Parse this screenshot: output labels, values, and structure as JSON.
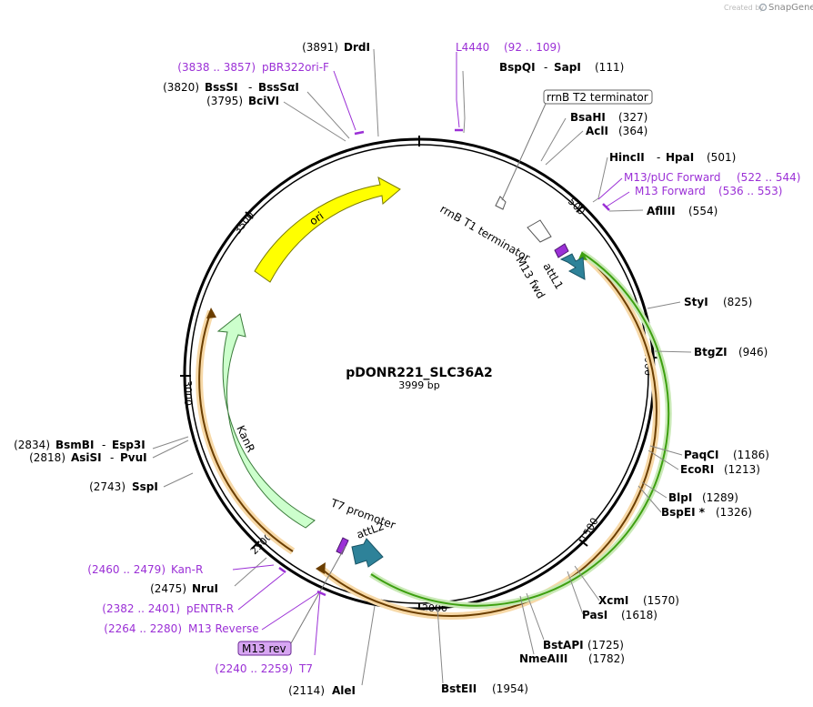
{
  "header": {
    "credit_prefix": "Created by",
    "brand": "SnapGene"
  },
  "plasmid": {
    "name": "pDONR221_SLC36A2",
    "length_label": "3999 bp"
  },
  "ticks": [
    "500",
    "1000",
    "1500",
    "2000",
    "2500",
    "3000",
    "3500"
  ],
  "sites": [
    {
      "pos": "(3891)",
      "name": "DrdI"
    },
    {
      "pos": "(111)",
      "name": "BspQI",
      "name2": "SapI"
    },
    {
      "pos": "(3820)",
      "name": "BssSI",
      "name2": "BssSαI"
    },
    {
      "pos": "(3795)",
      "name": "BciVI"
    },
    {
      "pos": "(327)",
      "name": "BsaHI"
    },
    {
      "pos": "(364)",
      "name": "AclI"
    },
    {
      "pos": "(501)",
      "name": "HincII",
      "name2": "HpaI"
    },
    {
      "pos": "(554)",
      "name": "AflIII"
    },
    {
      "pos": "(825)",
      "name": "StyI"
    },
    {
      "pos": "(946)",
      "name": "BtgZI"
    },
    {
      "pos": "(1186)",
      "name": "PaqCI"
    },
    {
      "pos": "(1213)",
      "name": "EcoRI"
    },
    {
      "pos": "(1289)",
      "name": "BlpI"
    },
    {
      "pos": "(1326)",
      "name": "BspEI *"
    },
    {
      "pos": "(1570)",
      "name": "XcmI"
    },
    {
      "pos": "(1618)",
      "name": "PasI"
    },
    {
      "pos": "(1725)",
      "name": "BstAPI"
    },
    {
      "pos": "(1782)",
      "name": "NmeAIII"
    },
    {
      "pos": "(1954)",
      "name": "BstEII"
    },
    {
      "pos": "(2114)",
      "name": "AleI"
    },
    {
      "pos": "(2475)",
      "name": "NruI"
    },
    {
      "pos": "(2743)",
      "name": "SspI"
    },
    {
      "pos": "(2834)",
      "name": "BsmBI",
      "name2": "Esp3I"
    },
    {
      "pos": "(2818)",
      "name": "AsiSI",
      "name2": "PvuI"
    }
  ],
  "primers": [
    {
      "name": "L4440",
      "range": "(92 .. 109)"
    },
    {
      "name": "pBR322ori-F",
      "range": "(3838 .. 3857)"
    },
    {
      "name": "M13/pUC Forward",
      "range": "(522 .. 544)"
    },
    {
      "name": "M13 Forward",
      "range": "(536 .. 553)"
    },
    {
      "name": "Kan-R",
      "range": "(2460 .. 2479)"
    },
    {
      "name": "pENTR-R",
      "range": "(2382 .. 2401)"
    },
    {
      "name": "M13 Reverse",
      "range": "(2264 .. 2280)"
    },
    {
      "name": "T7",
      "range": "(2240 .. 2259)"
    }
  ],
  "features": {
    "rrnb_t2": "rrnB T2 terminator",
    "rrnb_t1": "rrnB T1 terminator",
    "m13_fwd": "M13 fwd",
    "attl1": "attL1",
    "ori": "ori",
    "kanr": "KanR",
    "t7_promoter": "T7 promoter",
    "attl2": "attL2",
    "m13_rev": "M13 rev"
  },
  "colors": {
    "ori": "#FFFF00",
    "kanr": "#CCFFCC",
    "att": "#2E8299",
    "primer": "#9B30D6",
    "green_feature": "#3DA010",
    "orange_feature": "#F7A64A",
    "m13_rev_box": "#D7A6F2"
  }
}
